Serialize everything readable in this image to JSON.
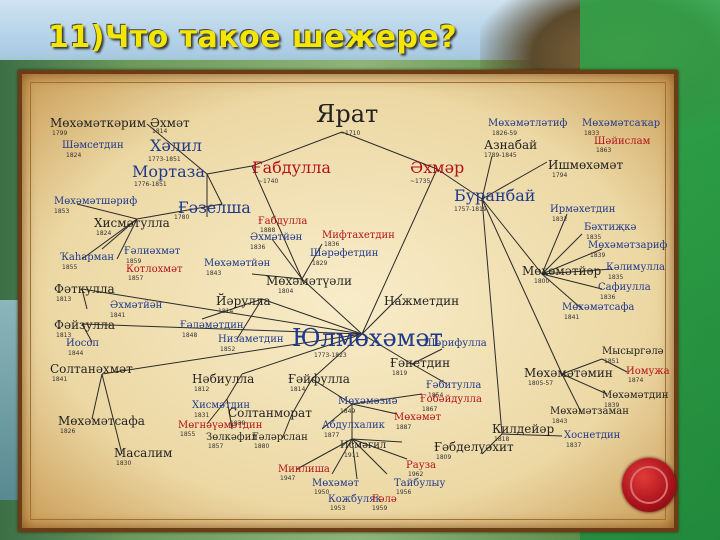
{
  "slide": {
    "title": "11)Что такое шежере?"
  },
  "tree": {
    "root": {
      "name": "Ярат",
      "date": "~1710"
    },
    "nodes": {
      "mokhamatkarim": {
        "name": "Мөхәмәткәрим",
        "date": "1799"
      },
      "shamsetdin": {
        "name": "Шәмсетдин",
        "date": "1824"
      },
      "akhmat": {
        "name": "Әхмәт",
        "date": "1814"
      },
      "khalil": {
        "name": "Хәлил",
        "date": "1773-1851"
      },
      "mortaza": {
        "name": "Мортаза",
        "date": "1776-1851"
      },
      "gazelsha": {
        "name": "Ғәзелша",
        "date": "1780"
      },
      "gabdulla": {
        "name": "Ғабдулла",
        "date": "~1740"
      },
      "akhmar": {
        "name": "Әхмәр",
        "date": "~1735"
      },
      "mokhamatsharif": {
        "name": "Мөхәмәтшәриф",
        "date": "1853"
      },
      "khismatulla": {
        "name": "Хисмәтулла",
        "date": "1824"
      },
      "kaharman": {
        "name": "Ҡаһарман",
        "date": "1855"
      },
      "galiakhmat": {
        "name": "Ғәлиәхмәт",
        "date": "1859"
      },
      "kotlokhmat": {
        "name": "Котлохмәт",
        "date": "1857"
      },
      "fatkulla": {
        "name": "Фәткулла",
        "date": "1813"
      },
      "akhmatyan": {
        "name": "Әхмәтйән",
        "date": "1841"
      },
      "fayzulla": {
        "name": "Фәйзулла",
        "date": "1813"
      },
      "iosop": {
        "name": "Иосоп",
        "date": "1844"
      },
      "soltanakhmat": {
        "name": "Солтанәхмәт",
        "date": "1841"
      },
      "mokhamatsafa1": {
        "name": "Мөхәмәтсафа",
        "date": "1826"
      },
      "masalim": {
        "name": "Масалим",
        "date": "1830"
      },
      "gabdulla2": {
        "name": "Ғабдулла",
        "date": "1888"
      },
      "akhmatyan2": {
        "name": "Әхмәтйән",
        "date": "1836"
      },
      "miftakhetdin": {
        "name": "Мифтахетдин",
        "date": "1836"
      },
      "sharafetdin": {
        "name": "Шәрәфетдин",
        "date": "1829"
      },
      "mokhamatyan": {
        "name": "Мөхәмәтйән",
        "date": "1843"
      },
      "mokhamatuali": {
        "name": "Мөхәмәтүәли",
        "date": "1804"
      },
      "yarulla": {
        "name": "Йәрулла",
        "date": "1814"
      },
      "galametdin": {
        "name": "Ғәләмәтдин",
        "date": "1848"
      },
      "nizametdin": {
        "name": "Низаметдин",
        "date": "1852"
      },
      "nazhmetdin": {
        "name": "Нажметдин",
        "date": ""
      },
      "yulmokhamat": {
        "name": "Юлмөхәмәт",
        "date": "1773-1823"
      },
      "sharifulla": {
        "name": "Шәрифулла",
        "date": ""
      },
      "ganetdin": {
        "name": "Ғәнетдин",
        "date": "1819"
      },
      "gabitulla": {
        "name": "Ғәбитулла",
        "date": "1854"
      },
      "nabiulla": {
        "name": "Нәбиулла",
        "date": "1812"
      },
      "khismatdin": {
        "name": "Хисмәтдин",
        "date": "1831"
      },
      "mognavamatdin": {
        "name": "Мөгнәүәмәтдин",
        "date": "1855"
      },
      "zulkafil": {
        "name": "Зөлкәфил",
        "date": "1857"
      },
      "gayfulla": {
        "name": "Ғәйфулла",
        "date": "1814"
      },
      "soltanmorat": {
        "name": "Солтанморат",
        "date": "1839"
      },
      "galyarslan": {
        "name": "Ғәләрслан",
        "date": "1880"
      },
      "mokhamazia": {
        "name": "Мөхәмәзиә",
        "date": "1849"
      },
      "abdulkhalik": {
        "name": "Абдулхалик",
        "date": "1877"
      },
      "mokhamat2": {
        "name": "Мөхәмәт",
        "date": "1887"
      },
      "gobaydulla": {
        "name": "Ғобәйдулла",
        "date": "1867"
      },
      "ismagil": {
        "name": "Исмәғил",
        "date": "1911"
      },
      "minisha": {
        "name": "Минлиша",
        "date": "1947"
      },
      "mokhamat3": {
        "name": "Мөхәмәт",
        "date": "1950"
      },
      "kozhbulyak": {
        "name": "Кожбуляк",
        "date": "1953"
      },
      "galya": {
        "name": "Ғәлә",
        "date": "1959"
      },
      "taybulyu": {
        "name": "Тайбулыу",
        "date": "1956"
      },
      "rauza": {
        "name": "Рауза",
        "date": "1962"
      },
      "mokhamatlatif": {
        "name": "Мөхәмәтләтиф",
        "date": "1826-59"
      },
      "mokhamatsakar": {
        "name": "Мөхәмәтсаҡар",
        "date": "1833"
      },
      "shaislam": {
        "name": "Шәйислам",
        "date": "1863"
      },
      "aznabay": {
        "name": "Азнабай",
        "date": "1789-1845"
      },
      "ishmokhamat": {
        "name": "Ишмөхәмәт",
        "date": "1794"
      },
      "buranbay": {
        "name": "Буранбай",
        "date": "1757-1819"
      },
      "irmakhetdin": {
        "name": "Ирмәхетдин",
        "date": "1832"
      },
      "bakhtizhka": {
        "name": "Бәхтиҗкә",
        "date": "1835"
      },
      "mokhamatzarif": {
        "name": "Мөхәмәтзариф",
        "date": "1839"
      },
      "mokhamatyar": {
        "name": "Мөхәмәтйәр",
        "date": "1800"
      },
      "kalimulla": {
        "name": "Кәлимулла",
        "date": "1835"
      },
      "safiulla": {
        "name": "Сафиулла",
        "date": "1836"
      },
      "mokhamatsafa2": {
        "name": "Мөхәмәтсафа",
        "date": "1841"
      },
      "mysyrgala": {
        "name": "Мысыргәлә",
        "date": "1851"
      },
      "iomuzha": {
        "name": "Иомужа",
        "date": "1874"
      },
      "mokhamatamin": {
        "name": "Мөхәмәтәмин",
        "date": "1805-57"
      },
      "mokhamatdin": {
        "name": "Мөхәмәтдин",
        "date": "1839"
      },
      "mokhamatzaman": {
        "name": "Мөхәмәтзаман",
        "date": "1843"
      },
      "killdeyar": {
        "name": "Килдейәр",
        "date": "1818"
      },
      "khosnetdin": {
        "name": "Хоснетдин",
        "date": "1837"
      },
      "gabdelyakhit": {
        "name": "Ғәбделүәхит",
        "date": "1809"
      }
    }
  },
  "seal": {
    "icon": "wax-seal-icon",
    "color": "#b3121a"
  }
}
